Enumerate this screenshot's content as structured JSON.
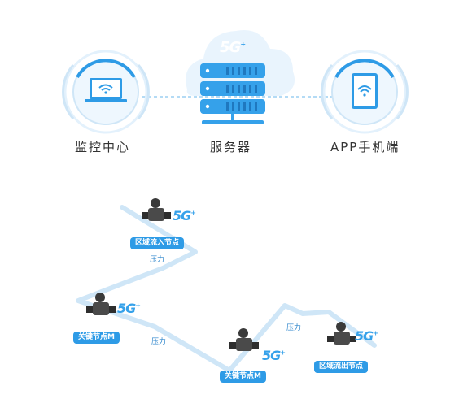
{
  "top": {
    "monitor_center": "监控中心",
    "server": "服务器",
    "app": "APP手机端",
    "cloud_badge": "5G"
  },
  "pipeline": {
    "nodes": [
      {
        "label": "区域流入节点",
        "badge": "5G"
      },
      {
        "label": "关键节点M",
        "badge": "5G"
      },
      {
        "label": "关键节点M",
        "badge": "5G"
      },
      {
        "label": "区域流出节点",
        "badge": "5G"
      }
    ],
    "pressure_labels": [
      "压力",
      "压力",
      "压力"
    ]
  },
  "colors": {
    "accent": "#2e9be6",
    "pipe": "#cfe6f7",
    "dashed": "#9ccff2",
    "cloud": "#e9f4fd"
  },
  "icons": [
    "laptop-wifi-icon",
    "server-rack-icon",
    "cloud-icon",
    "tablet-wifi-icon",
    "valve-meter-icon"
  ]
}
